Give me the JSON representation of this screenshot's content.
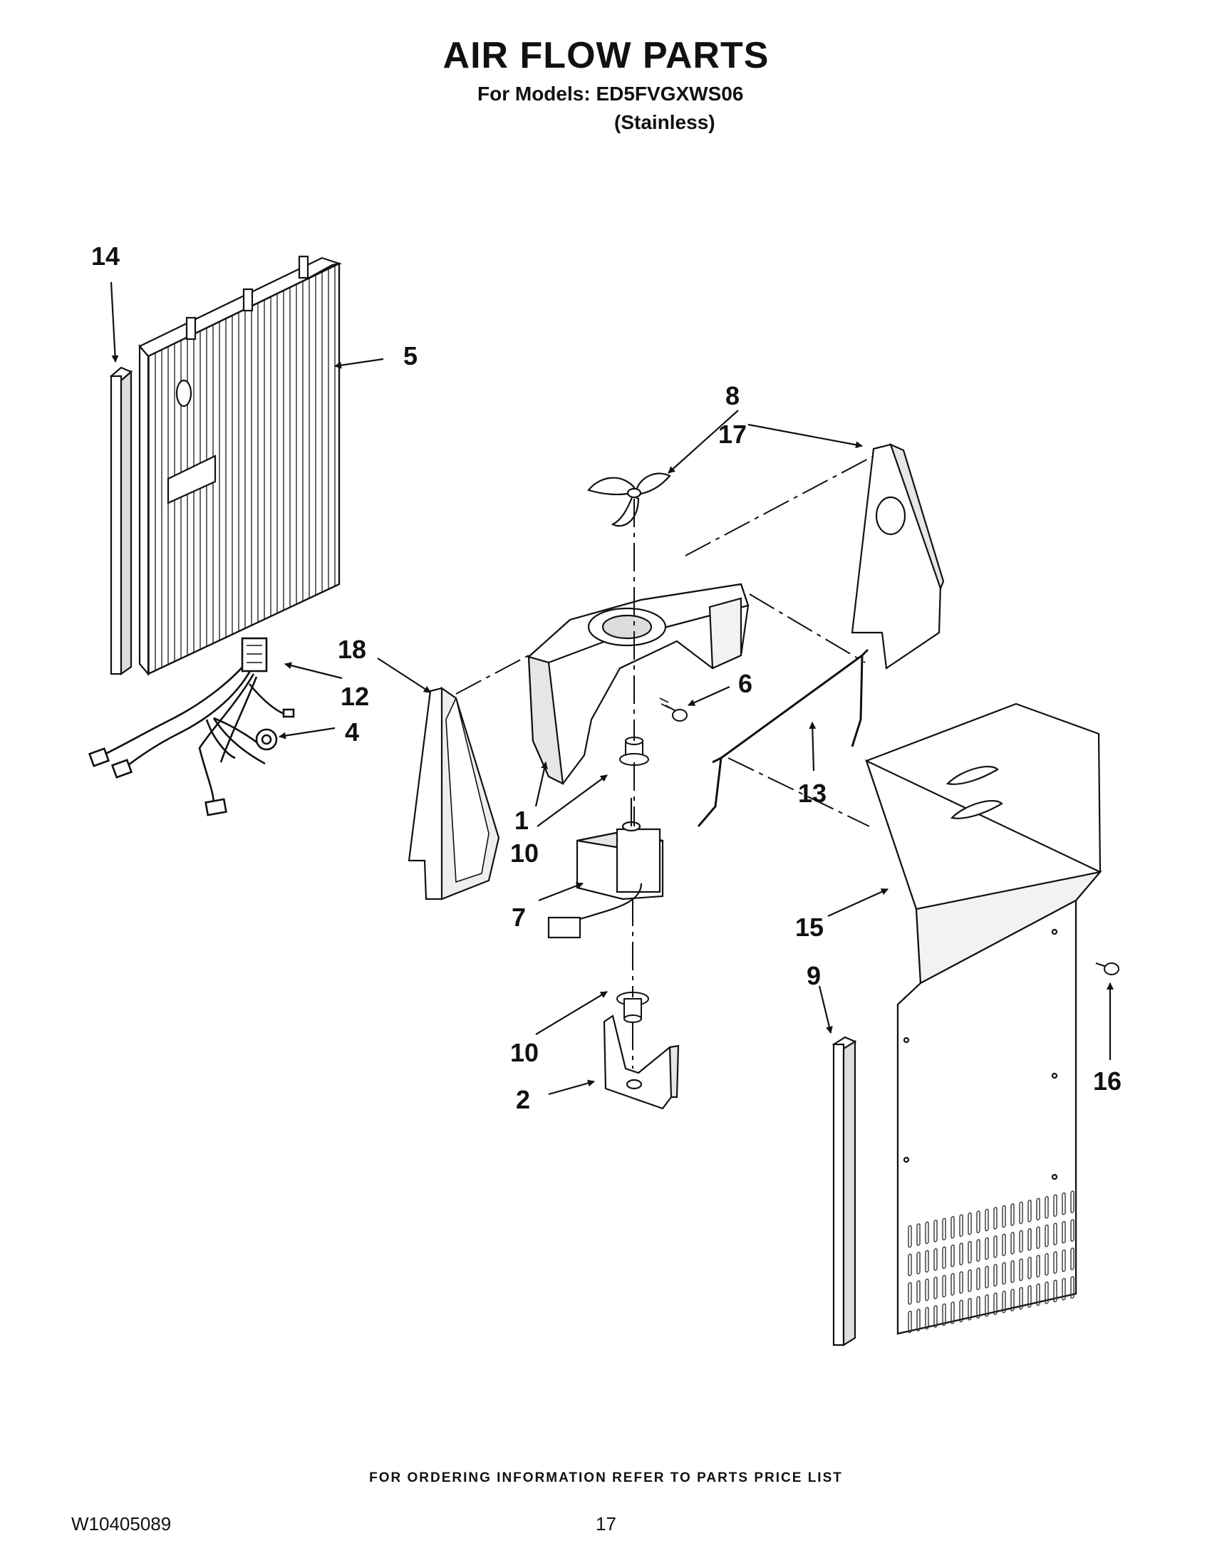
{
  "header": {
    "title": "AIR FLOW PARTS",
    "models_line": "For Models: ED5FVGXWS06",
    "finish": "(Stainless)"
  },
  "callouts": [
    "14",
    "5",
    "8",
    "17",
    "18",
    "12",
    "4",
    "6",
    "13",
    "1",
    "10",
    "7",
    "15",
    "9",
    "16",
    "10",
    "2"
  ],
  "footer": {
    "ordering_note": "FOR ORDERING INFORMATION REFER TO PARTS PRICE LIST",
    "doc_number": "W10405089",
    "page_number": "17"
  }
}
